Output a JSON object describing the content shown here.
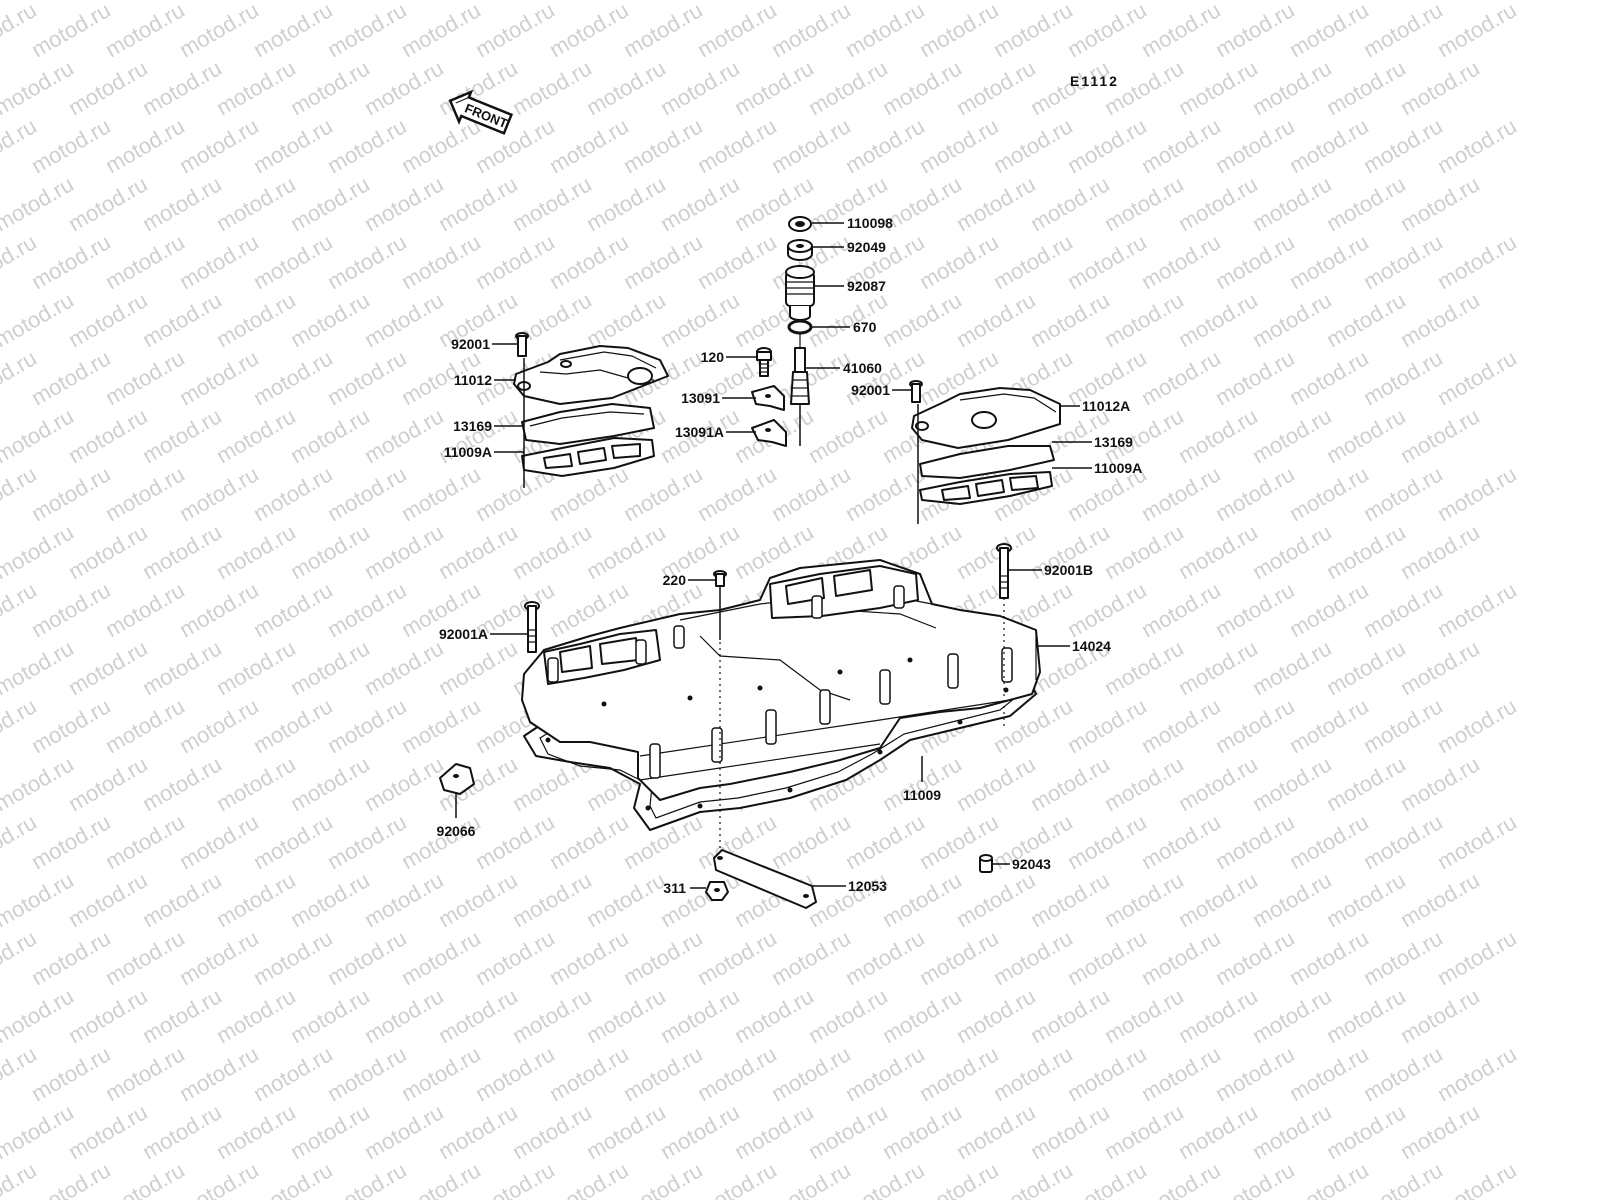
{
  "diagram": {
    "code": "E1112",
    "front_label": "FRONT",
    "watermark": "motod.ru",
    "parts": [
      {
        "id": "p-110098",
        "text": "110098"
      },
      {
        "id": "p-92049",
        "text": "92049"
      },
      {
        "id": "p-92087",
        "text": "92087"
      },
      {
        "id": "p-670",
        "text": "670"
      },
      {
        "id": "p-41060",
        "text": "41060"
      },
      {
        "id": "p-120",
        "text": "120"
      },
      {
        "id": "p-13091",
        "text": "13091"
      },
      {
        "id": "p-13091a",
        "text": "13091A"
      },
      {
        "id": "p-92001-l",
        "text": "92001"
      },
      {
        "id": "p-11012",
        "text": "11012"
      },
      {
        "id": "p-13169-l",
        "text": "13169"
      },
      {
        "id": "p-11009a-l",
        "text": "11009A"
      },
      {
        "id": "p-92001-r",
        "text": "92001"
      },
      {
        "id": "p-11012a",
        "text": "11012A"
      },
      {
        "id": "p-13169-r",
        "text": "13169"
      },
      {
        "id": "p-11009a-r",
        "text": "11009A"
      },
      {
        "id": "p-220",
        "text": "220"
      },
      {
        "id": "p-92001b",
        "text": "92001B"
      },
      {
        "id": "p-92001a",
        "text": "92001A"
      },
      {
        "id": "p-14024",
        "text": "14024"
      },
      {
        "id": "p-11009",
        "text": "11009"
      },
      {
        "id": "p-92066",
        "text": "92066"
      },
      {
        "id": "p-92043",
        "text": "92043"
      },
      {
        "id": "p-311",
        "text": "311"
      },
      {
        "id": "p-12053",
        "text": "12053"
      }
    ]
  }
}
